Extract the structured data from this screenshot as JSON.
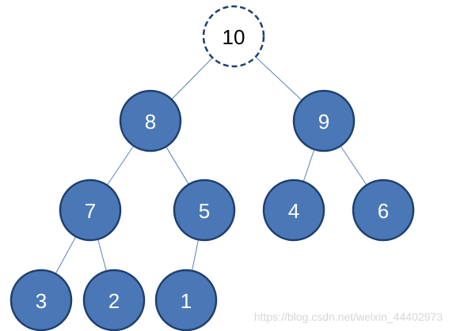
{
  "diagram": {
    "nodes": [
      {
        "id": "n10",
        "label": "10",
        "style": "dashed"
      },
      {
        "id": "n8",
        "label": "8",
        "style": "filled"
      },
      {
        "id": "n9",
        "label": "9",
        "style": "filled"
      },
      {
        "id": "n7",
        "label": "7",
        "style": "filled"
      },
      {
        "id": "n5",
        "label": "5",
        "style": "filled"
      },
      {
        "id": "n4",
        "label": "4",
        "style": "filled"
      },
      {
        "id": "n6",
        "label": "6",
        "style": "filled"
      },
      {
        "id": "n3",
        "label": "3",
        "style": "filled"
      },
      {
        "id": "n2",
        "label": "2",
        "style": "filled"
      },
      {
        "id": "n1",
        "label": "1",
        "style": "filled"
      }
    ],
    "edges": [
      {
        "from": "n10",
        "to": "n8"
      },
      {
        "from": "n10",
        "to": "n9"
      },
      {
        "from": "n8",
        "to": "n7"
      },
      {
        "from": "n8",
        "to": "n5"
      },
      {
        "from": "n9",
        "to": "n4"
      },
      {
        "from": "n9",
        "to": "n6"
      },
      {
        "from": "n7",
        "to": "n3"
      },
      {
        "from": "n7",
        "to": "n2"
      },
      {
        "from": "n5",
        "to": "n1"
      }
    ],
    "colors": {
      "node_fill": "#4a78b7",
      "node_stroke": "#1f3f6d",
      "edge": "#5b82b9",
      "dashed_fill": "#ffffff"
    }
  },
  "watermark": {
    "text": "https://blog.csdn.net/weixin_44402973"
  }
}
